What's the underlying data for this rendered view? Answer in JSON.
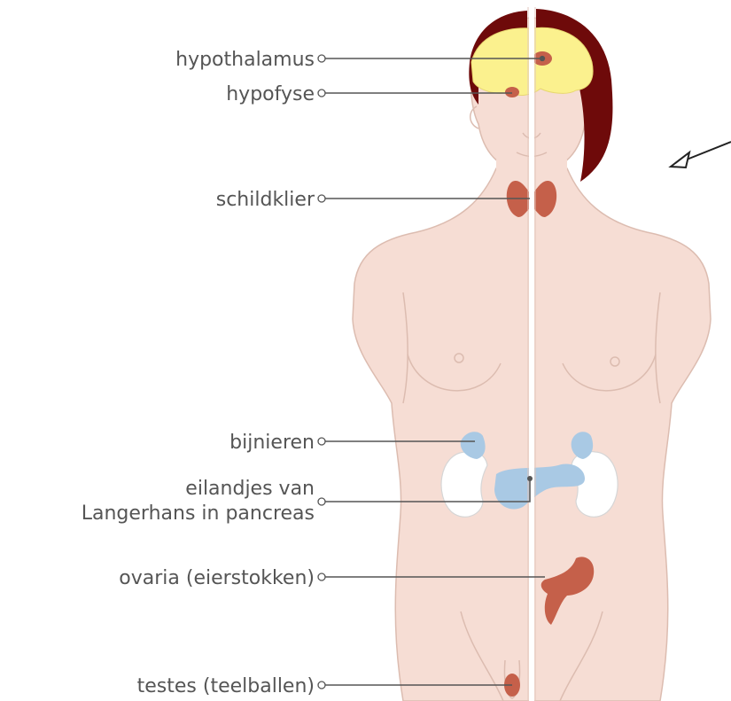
{
  "labels": {
    "hypothalamus": "hypothalamus",
    "hypofyse": "hypofyse",
    "schildklier": "schildklier",
    "bijnieren": "bijnieren",
    "eilandjes_line1": "eilandjes van",
    "eilandjes_line2": "Langerhans in pancreas",
    "ovaria": "ovaria (eierstokken)",
    "testes": "testes (teelballen)"
  },
  "colors": {
    "skin": "#f6ddd4",
    "skin_outline": "#dcbcb0",
    "brain": "#fbf18e",
    "hair": "#6e0a0a",
    "gland_red": "#c5604a",
    "gland_blue": "#a9c9e4",
    "kidney": "#ffffff",
    "leader_line": "#555555"
  }
}
